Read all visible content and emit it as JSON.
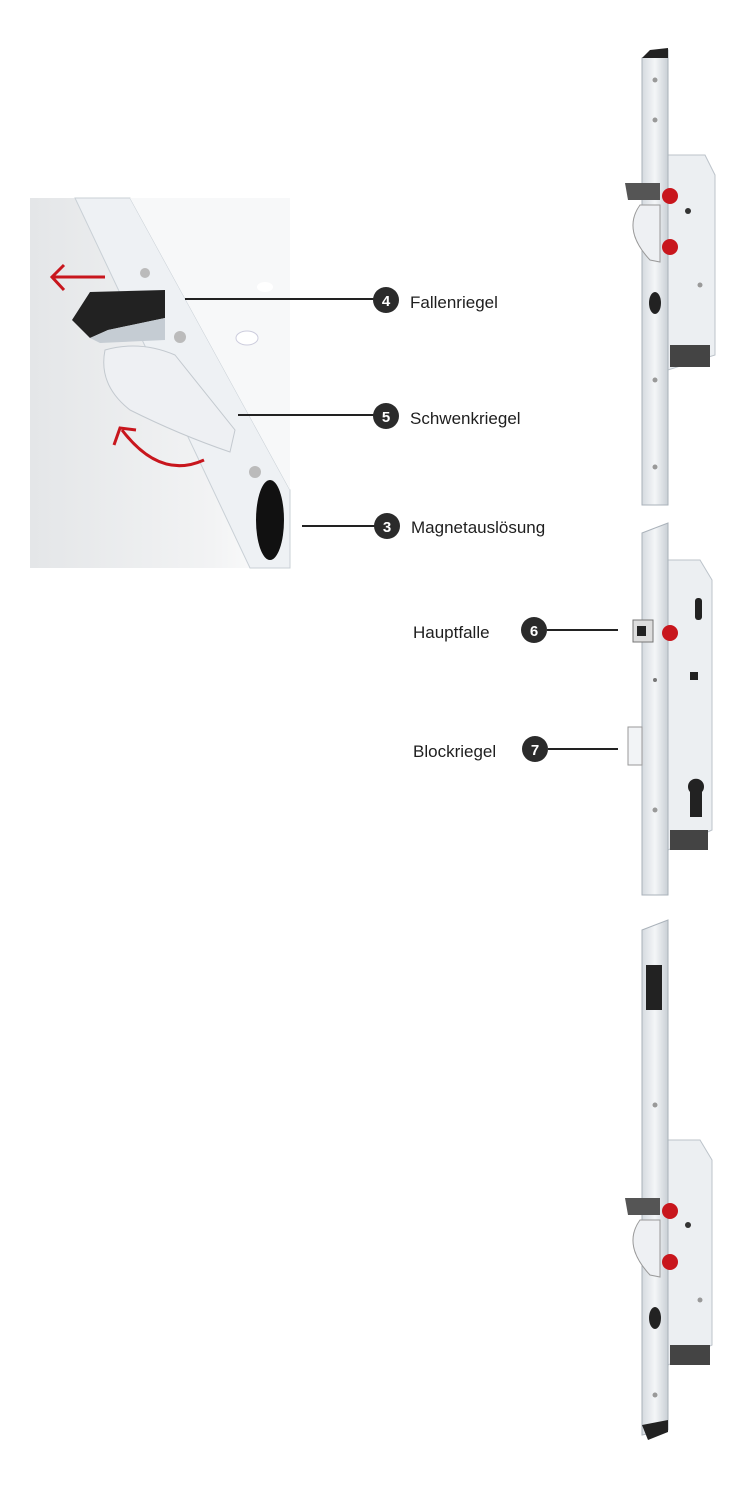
{
  "callouts": [
    {
      "number": "4",
      "label": "Fallenriegel"
    },
    {
      "number": "5",
      "label": "Schwenkriegel"
    },
    {
      "number": "3",
      "label": "Magnetauslösung"
    },
    {
      "number": "6",
      "label": "Hauptfalle"
    },
    {
      "number": "7",
      "label": "Blockriegel"
    }
  ],
  "colors": {
    "accent_red": "#c8161d",
    "badge": "#2b2b2b",
    "metal": "#e6eaee"
  }
}
